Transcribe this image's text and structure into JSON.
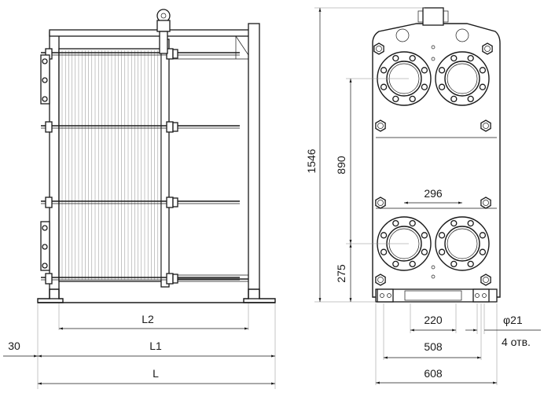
{
  "side_view": {
    "L2": "L2",
    "L1": "L1",
    "L": "L",
    "offset_30": "30"
  },
  "front_view": {
    "height_total": "1546",
    "port_vertical": "890",
    "bottom_port": "275",
    "port_horizontal": "296",
    "foot_inner": "220",
    "hole_diameter": "φ21",
    "hole_count": "4 отв.",
    "foot_span": "508",
    "overall_width": "608"
  },
  "colors": {
    "line": "#1a1a1a",
    "background": "#ffffff"
  }
}
